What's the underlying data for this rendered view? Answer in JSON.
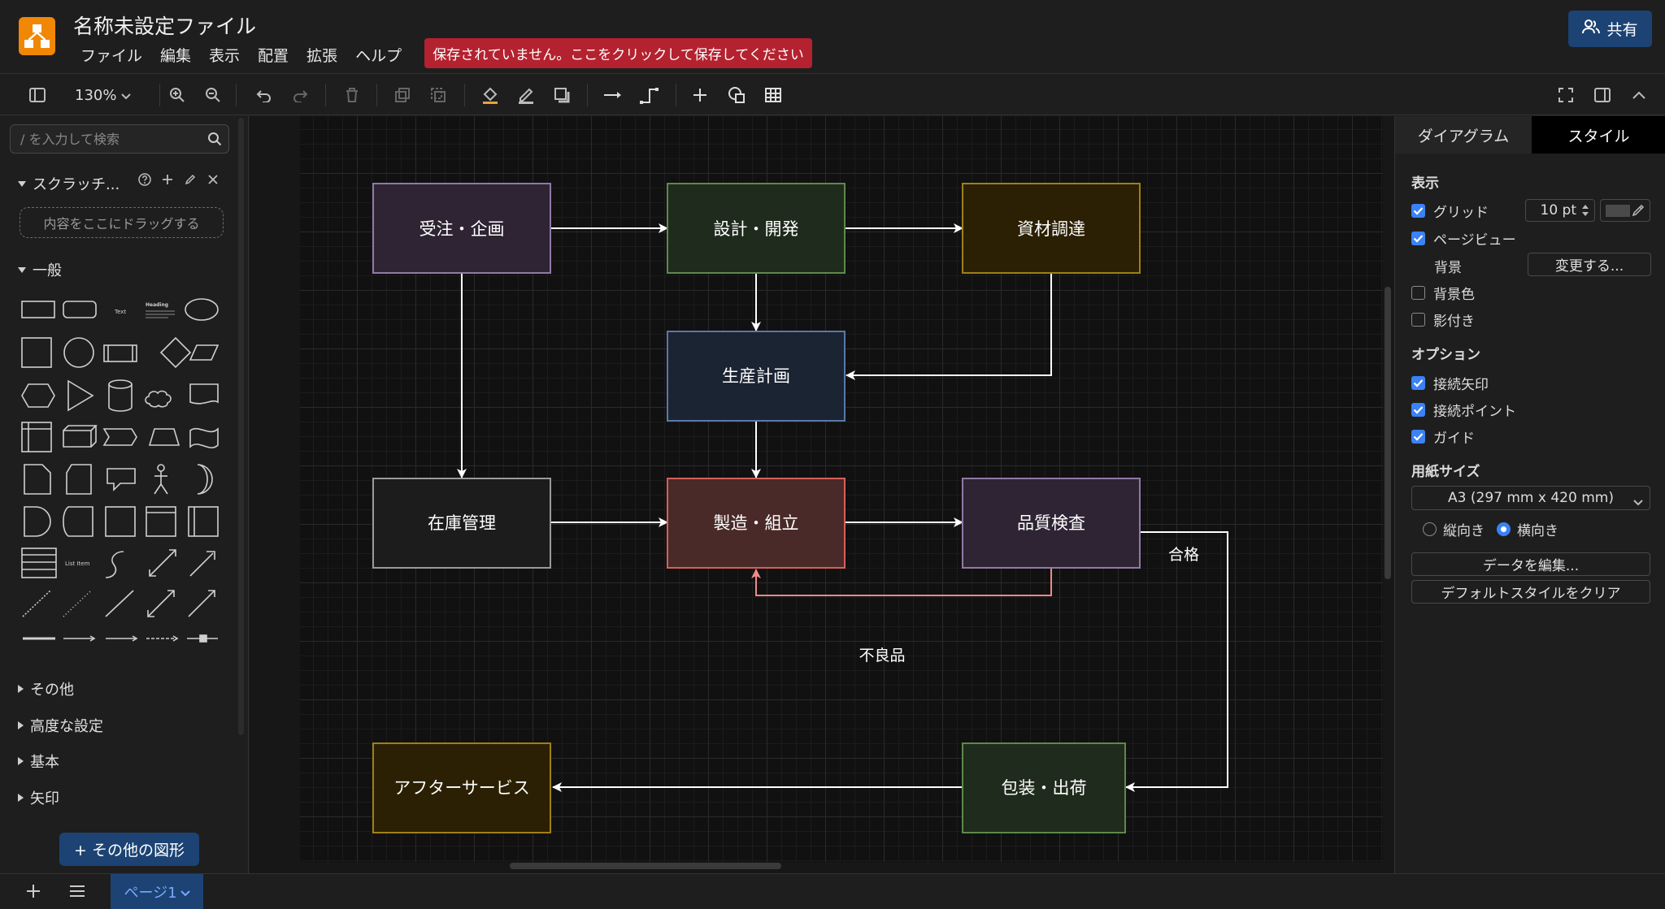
{
  "header": {
    "title": "名称未設定ファイル",
    "menus": [
      "ファイル",
      "編集",
      "表示",
      "配置",
      "拡張",
      "ヘルプ"
    ],
    "unsaved_banner": "保存されていません。ここをクリックして保存してください",
    "share_label": "共有"
  },
  "toolbar": {
    "zoom": "130%"
  },
  "left_panel": {
    "search_placeholder": "/ を入力して検索",
    "scratchpad_title": "スクラッチ...",
    "scratchpad_drop": "内容をここにドラッグする",
    "general_title": "一般",
    "palette_text_label": "Text",
    "palette_heading_label": "Heading",
    "palette_list_label": "List Item",
    "sections": [
      "その他",
      "高度な設定",
      "基本",
      "矢印"
    ],
    "more_shapes": "+ その他の図形"
  },
  "diagram": {
    "nodes": {
      "order": {
        "label": "受注・企画",
        "fill": "#2e2433",
        "stroke": "#8f7aa6"
      },
      "design": {
        "label": "設計・開発",
        "fill": "#1f2b1c",
        "stroke": "#5d8a4a"
      },
      "procure": {
        "label": "資材調達",
        "fill": "#2b2004",
        "stroke": "#a08014"
      },
      "plan": {
        "label": "生産計画",
        "fill": "#1b2433",
        "stroke": "#5a78a8"
      },
      "stock": {
        "label": "在庫管理",
        "fill": "#1c1c1c",
        "stroke": "#9a9a9a"
      },
      "mfg": {
        "label": "製造・組立",
        "fill": "#4a2a28",
        "stroke": "#d6605a"
      },
      "qa": {
        "label": "品質検査",
        "fill": "#2e2433",
        "stroke": "#8f7aa6"
      },
      "after": {
        "label": "アフターサービス",
        "fill": "#2b2004",
        "stroke": "#a08014"
      },
      "ship": {
        "label": "包装・出荷",
        "fill": "#1f2b1c",
        "stroke": "#5d8a4a"
      }
    },
    "edge_labels": {
      "pass": "合格",
      "defect": "不良品"
    },
    "defect_edge_color": "#f08a8a",
    "edge_color": "#ffffff"
  },
  "right_panel": {
    "tabs": [
      "ダイアグラム",
      "スタイル"
    ],
    "view_heading": "表示",
    "grid_label": "グリッド",
    "grid_size": "10 pt",
    "page_view_label": "ページビュー",
    "background_label": "背景",
    "change_button": "変更する...",
    "bg_color_label": "背景色",
    "shadow_label": "影付き",
    "options_heading": "オプション",
    "connection_arrows": "接続矢印",
    "connection_points": "接続ポイント",
    "guides": "ガイド",
    "paper_heading": "用紙サイズ",
    "paper_size": "A3 (297 mm x 420 mm)",
    "portrait": "縦向き",
    "landscape": "横向き",
    "edit_data": "データを編集...",
    "clear_default_style": "デフォルトスタイルをクリア",
    "checked": {
      "grid": true,
      "page_view": true,
      "bg_color": false,
      "shadow": false,
      "arrows": true,
      "points": true,
      "guides": true
    },
    "orientation": "landscape"
  },
  "bottom": {
    "page_tab": "ページ1"
  },
  "colors": {
    "accent": "#3b82f6",
    "share_bg": "#1c4374",
    "banner_bg": "#b42230",
    "logo": "#f08705"
  }
}
